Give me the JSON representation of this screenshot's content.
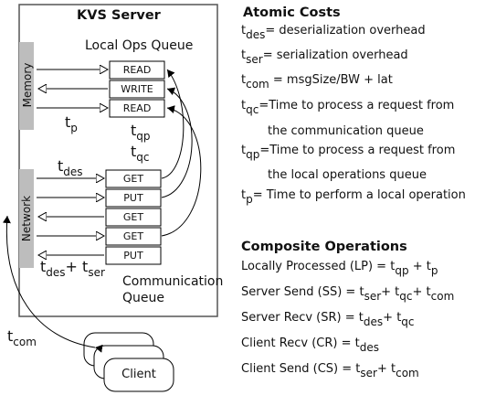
{
  "server": {
    "title": "KVS Server",
    "local_ops_queue_label": "Local Ops Queue",
    "local_ops": [
      "READ",
      "WRITE",
      "READ"
    ],
    "comm_queue": [
      "GET",
      "PUT",
      "GET",
      "GET",
      "PUT"
    ],
    "memory_label": "Memory",
    "network_label": "Network",
    "comm_queue_label_line1": "Communication",
    "comm_queue_label_line2": "Queue"
  },
  "diagram_labels": {
    "t_p": {
      "base": "t",
      "sub": "p"
    },
    "t_qp": {
      "base": "t",
      "sub": "qp"
    },
    "t_qc": {
      "base": "t",
      "sub": "qc"
    },
    "t_des": {
      "base": "t",
      "sub": "des"
    },
    "t_des_ser": {
      "base1": "t",
      "sub1": "des",
      "plus": "+",
      "base2": "t",
      "sub2": "ser"
    },
    "t_com": {
      "base": "t",
      "sub": "com"
    }
  },
  "client": {
    "label": "Client"
  },
  "atomic": {
    "title": "Atomic Costs",
    "items": [
      {
        "base": "t",
        "sub": "des",
        "text": "= deserialization overhead"
      },
      {
        "base": "t",
        "sub": "ser",
        "text": "= serialization overhead"
      },
      {
        "base": "t",
        "sub": "com",
        "text": " = msgSize/BW + lat"
      },
      {
        "base": "t",
        "sub": "qc",
        "text": "=Time to process a request from",
        "cont": "the communication queue"
      },
      {
        "base": "t",
        "sub": "qp",
        "text": "=Time to process a request from",
        "cont": "the local operations queue"
      },
      {
        "base": "t",
        "sub": "p",
        "text": "= Time to perform a local operation"
      }
    ]
  },
  "composite": {
    "title": "Composite Operations",
    "lp": {
      "prefix": "Locally Processed (LP) = ",
      "t1": "t",
      "s1": "qp",
      "plus": " + ",
      "t2": "t",
      "s2": "p"
    },
    "ss": {
      "prefix": "Server Send (SS) = ",
      "t1": "t",
      "s1": "ser",
      "p1": "+ ",
      "t2": "t",
      "s2": "qc",
      "p2": "+ ",
      "t3": "t",
      "s3": "com"
    },
    "sr": {
      "prefix": "Server Recv (SR) = ",
      "t1": "t",
      "s1": "des",
      "p1": "+ ",
      "t2": "t",
      "s2": "qc"
    },
    "cr": {
      "prefix": "Client Recv (CR) = ",
      "t1": "t",
      "s1": "des"
    },
    "cs": {
      "prefix": "Client Send (CS) = ",
      "t1": "t",
      "s1": "ser",
      "p1": "+ ",
      "t2": "t",
      "s2": "com"
    }
  }
}
